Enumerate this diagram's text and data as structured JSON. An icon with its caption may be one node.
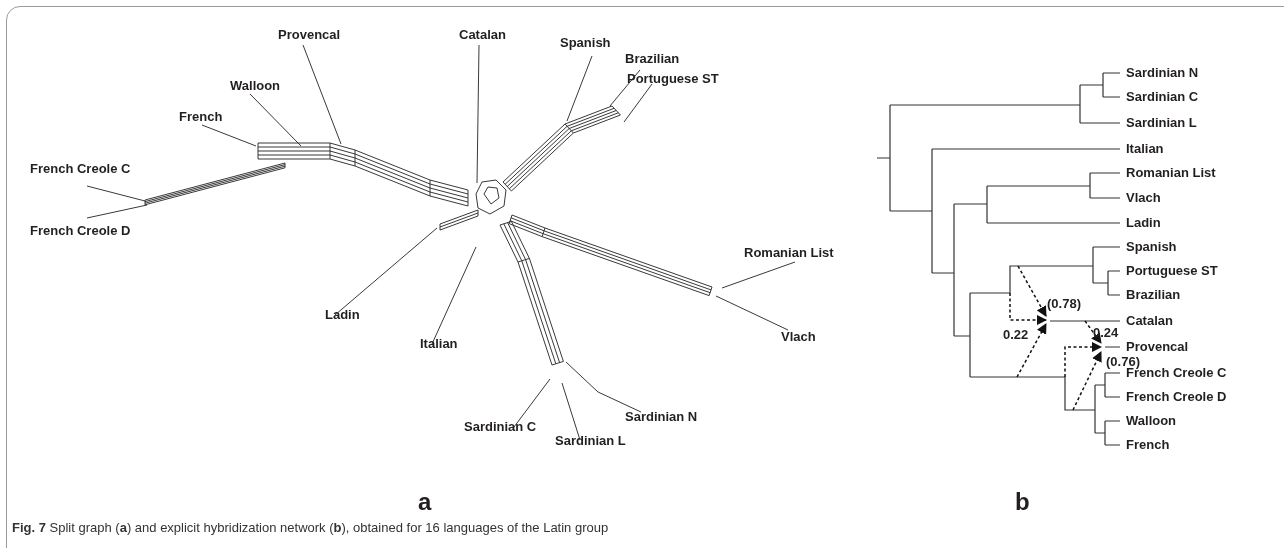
{
  "diagram": {
    "caption": "**Fig. 7** Split graph (**a**) and explicit hybridization network (**b**), obtained for 16 languages of the Latin group",
    "labels": [
      "Provencal",
      "Catalan",
      "Spanish",
      "Brazilian",
      "Portuguese ST",
      "Walloon",
      "French",
      "French Creole C",
      "French Creole D",
      "Romanian List",
      "Ladin",
      "Vlach",
      "Italian",
      "Sardinian N",
      "Sardinian C",
      "Sardinian L",
      "a",
      "Sardinian N",
      "Sardinian C",
      "Sardinian L",
      "Italian",
      "Romanian List",
      "Vlach",
      "Ladin",
      "Spanish",
      "Portuguese ST",
      "Brazilian",
      "(0.78)",
      "0.22",
      "Catalan",
      "0.24",
      "Provencal",
      "(0.76)",
      "French Creole C",
      "French Creole D",
      "Walloon",
      "French",
      "b"
    ]
  }
}
